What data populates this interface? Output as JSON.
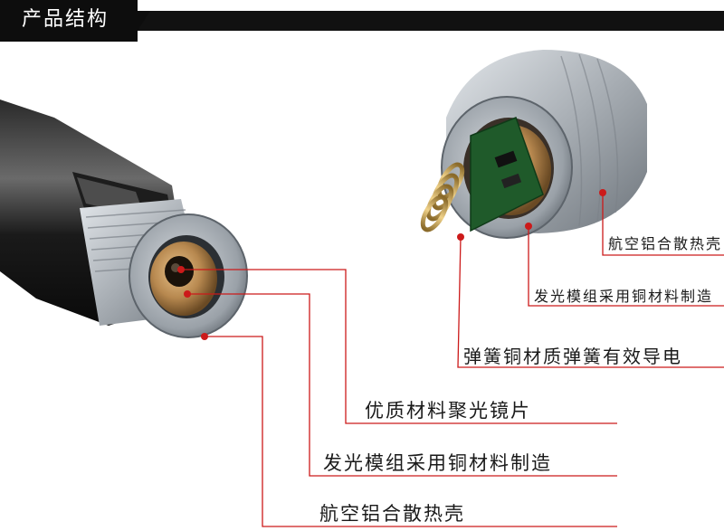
{
  "header": {
    "title": "产品结构"
  },
  "callouts": {
    "top_right_1": "航空铝合散热壳",
    "top_right_2": "发光模组采用铜材料制造",
    "top_right_3": "弹簧铜材质弹簧有效导电",
    "left_1": "优质材料聚光镜片",
    "left_2": "发光模组采用铜材料制造",
    "left_3": "航空铝合散热壳"
  },
  "colors": {
    "leader_line": "#cc1a1a",
    "header_bg": "#111111"
  }
}
